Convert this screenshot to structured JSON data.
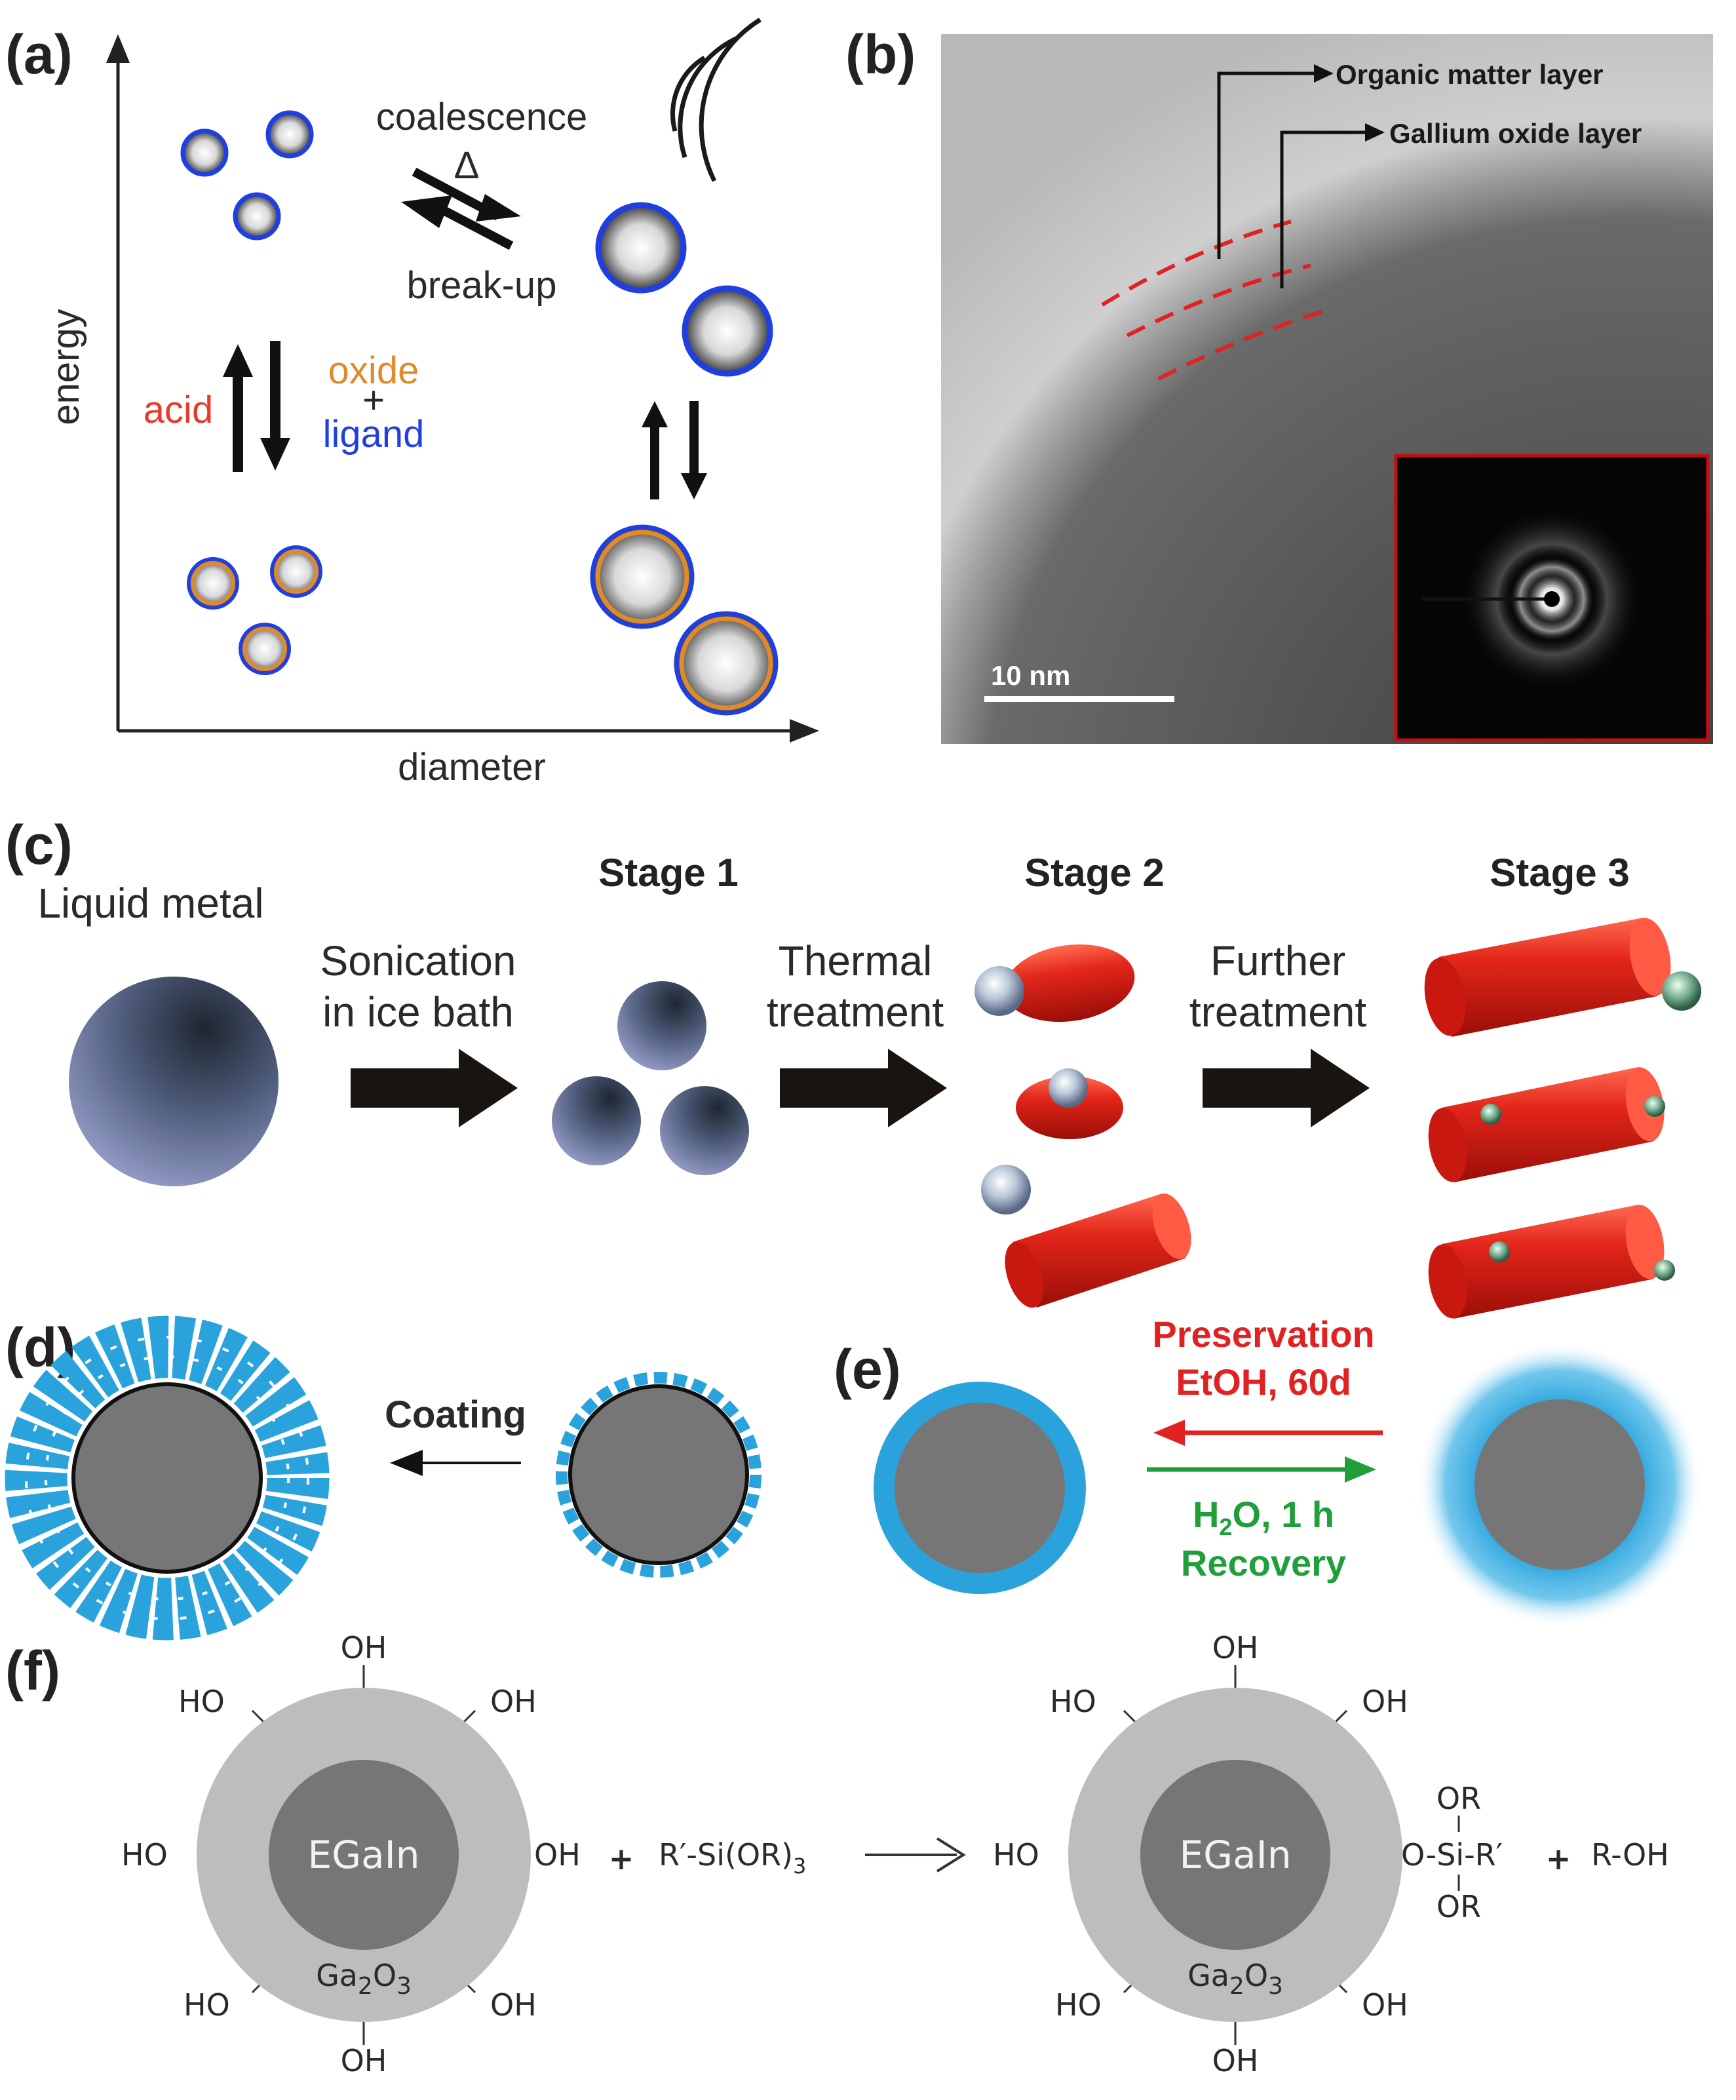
{
  "panels": {
    "a": {
      "label": "(a)",
      "xlabel": "diameter",
      "ylabel": "energy",
      "coalescence": "coalescence",
      "delta": "Δ",
      "breakup": "break-up",
      "acid": "acid",
      "oxide": "oxide",
      "plus": "+",
      "ligand": "ligand"
    },
    "b": {
      "label": "(b)",
      "organic_layer": "Organic matter layer",
      "oxide_layer": "Gallium oxide layer",
      "scalebar": "10 nm"
    },
    "c": {
      "label": "(c)",
      "liquid_metal": "Liquid metal",
      "stage1": "Stage 1",
      "stage2": "Stage 2",
      "stage3": "Stage 3",
      "step1_line1": "Sonication",
      "step1_line2": "in ice bath",
      "step2_line1": "Thermal",
      "step2_line2": "treatment",
      "step3_line1": "Further",
      "step3_line2": "treatment"
    },
    "d": {
      "label": "(d)",
      "coating": "Coating"
    },
    "e": {
      "label": "(e)",
      "preservation": "Preservation",
      "etoh": "EtOH, 60d",
      "h2o_prefix": "H",
      "h2o_sub": "2",
      "h2o_suffix": "O, 1 h",
      "recovery": "Recovery"
    },
    "f": {
      "label": "(f)",
      "oh_top": "OH",
      "ho_left_up": "HO",
      "oh_right_up": "OH",
      "ho_left": "HO",
      "oh_right": "OH",
      "ho_left_down": "HO",
      "oh_right_down": "OH",
      "oh_bottom": "OH",
      "core_label": "EGaIn",
      "shell_ga": "Ga",
      "shell_sub2": "2",
      "shell_o": "O",
      "shell_sub3": "3",
      "plus": "+",
      "reagent_main": "R′-Si(OR)",
      "reagent_sub": "3",
      "product_link": "O-Si-R′",
      "product_or_top": "OR",
      "product_or_bottom": "OR",
      "plus2": "+",
      "byproduct": "R-OH"
    }
  },
  "colors": {
    "ligand_blue": "#1f3fe0",
    "oxide_orange": "#e08a2a",
    "acid_red": "#e83a2a",
    "nanorod_red": "#e0201a",
    "coating_blue": "#2aa3dc",
    "core_gray": "#767676",
    "shell_gray": "#bdbdbd",
    "preservation_red": "#e02222",
    "recovery_green": "#1f9e3a"
  }
}
